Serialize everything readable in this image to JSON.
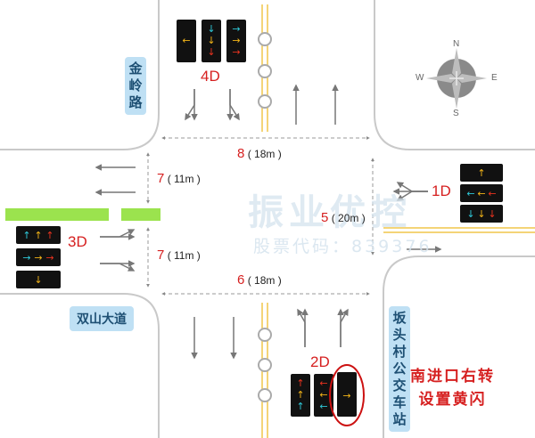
{
  "roads": {
    "north": "金岭路",
    "west": "双山大道",
    "east_stop": "坂头村公交车站"
  },
  "approaches": [
    {
      "code": "4D"
    },
    {
      "code": "3D"
    },
    {
      "code": "1D"
    },
    {
      "code": "2D"
    }
  ],
  "measurements": {
    "top_width": {
      "num": "8",
      "text": "( 18m )"
    },
    "bottom_width": {
      "num": "6",
      "text": "( 18m )"
    },
    "west_upper": {
      "num": "7",
      "text": "( 11m )"
    },
    "west_lower": {
      "num": "7",
      "text": "( 11m )"
    },
    "east_width": {
      "num": "5",
      "text": "( 20m )"
    }
  },
  "note": {
    "line1": "南进口右转",
    "line2": "设置黄闪"
  },
  "watermark": {
    "line1": "振业优控",
    "line2": "股票代码：839376"
  },
  "compass": {
    "n": "N",
    "s": "S",
    "e": "E",
    "w": "W"
  },
  "colors": {
    "red": "#e8331f",
    "yellow": "#f2b418",
    "cyan": "#2fc8d8",
    "road_edge": "#c9c9c9",
    "island": "#9be34e",
    "highlight": "#cc1111"
  }
}
